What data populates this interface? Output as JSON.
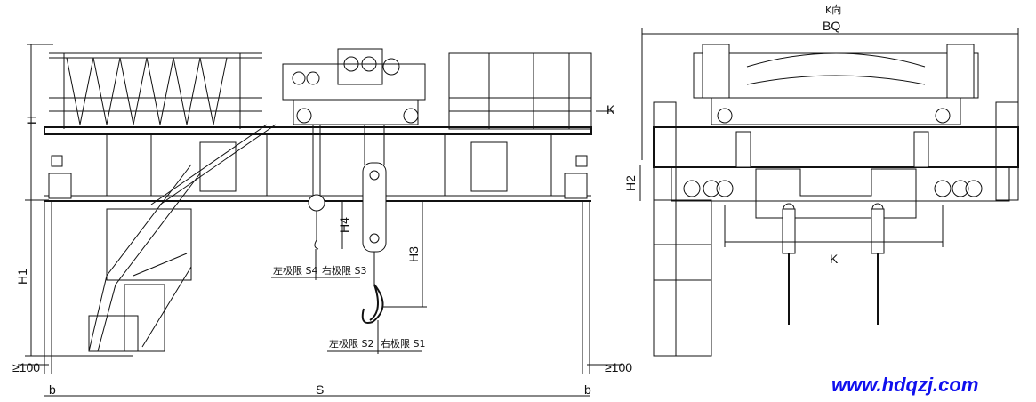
{
  "front_view": {
    "dims": {
      "H": "H",
      "H1": "H1",
      "H3": "H3",
      "H4": "H4",
      "S": "S",
      "b_left": "b",
      "b_right": "b",
      "clear_left": "≥100",
      "clear_right": "≥100"
    },
    "limits": {
      "s4": "左极限 S4",
      "s3": "右极限 S3",
      "s2": "左极限 S2",
      "s1": "右极限 S1"
    },
    "view_arrow": "K"
  },
  "side_view": {
    "title": "K向",
    "dims": {
      "BQ": "BQ",
      "H2": "H2",
      "K": "K"
    }
  },
  "watermark": "www.hdqzj.com",
  "colors": {
    "line": "#111111",
    "watermark": "#1010ee"
  }
}
